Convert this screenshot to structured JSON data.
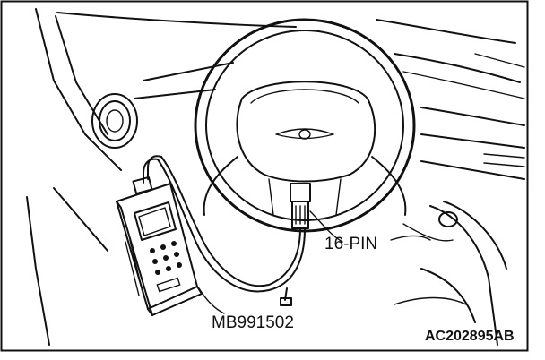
{
  "figure": {
    "labels": {
      "connector": "16-PIN",
      "tool": "MB991502",
      "code": "AC202895AB"
    },
    "colors": {
      "ink": "#111111",
      "background": "#ffffff"
    }
  }
}
